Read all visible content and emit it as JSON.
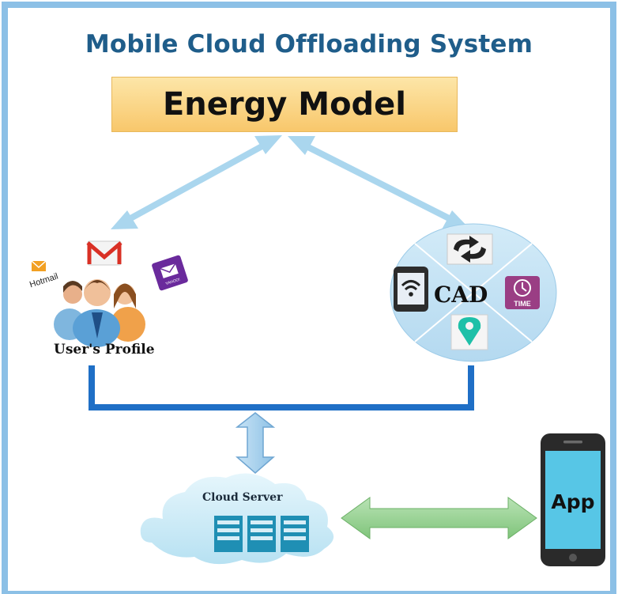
{
  "diagram": {
    "title": "Mobile Cloud Offloading System",
    "energy_model_label": "Energy Model",
    "users_profile_label": "User's Profile",
    "hotmail_label": "Hotmail",
    "cad_label": "CAD",
    "time_icon_label": "TIME",
    "cloud_server_label": "Cloud Server",
    "app_label": "App"
  },
  "colors": {
    "frame_border": "#8cc0e6",
    "title": "#1f5d8a",
    "energy_box": "#f8c76b",
    "light_arrow": "#aad6ee",
    "connector": "#1f6fc6",
    "cad_circle": "#bfe0f4",
    "cloud": "#bfe6f4",
    "green_arrow": "#8fcf8c",
    "phone_screen": "#57c6e6",
    "phone_body": "#2a2a2a"
  },
  "icons": [
    "gmail-icon",
    "hotmail-icon",
    "yahoo-icon",
    "users-group-icon",
    "sync-arrows-icon",
    "wifi-phone-icon",
    "time-clock-icon",
    "location-pin-icon",
    "server-rack-icon",
    "smartphone-icon"
  ]
}
